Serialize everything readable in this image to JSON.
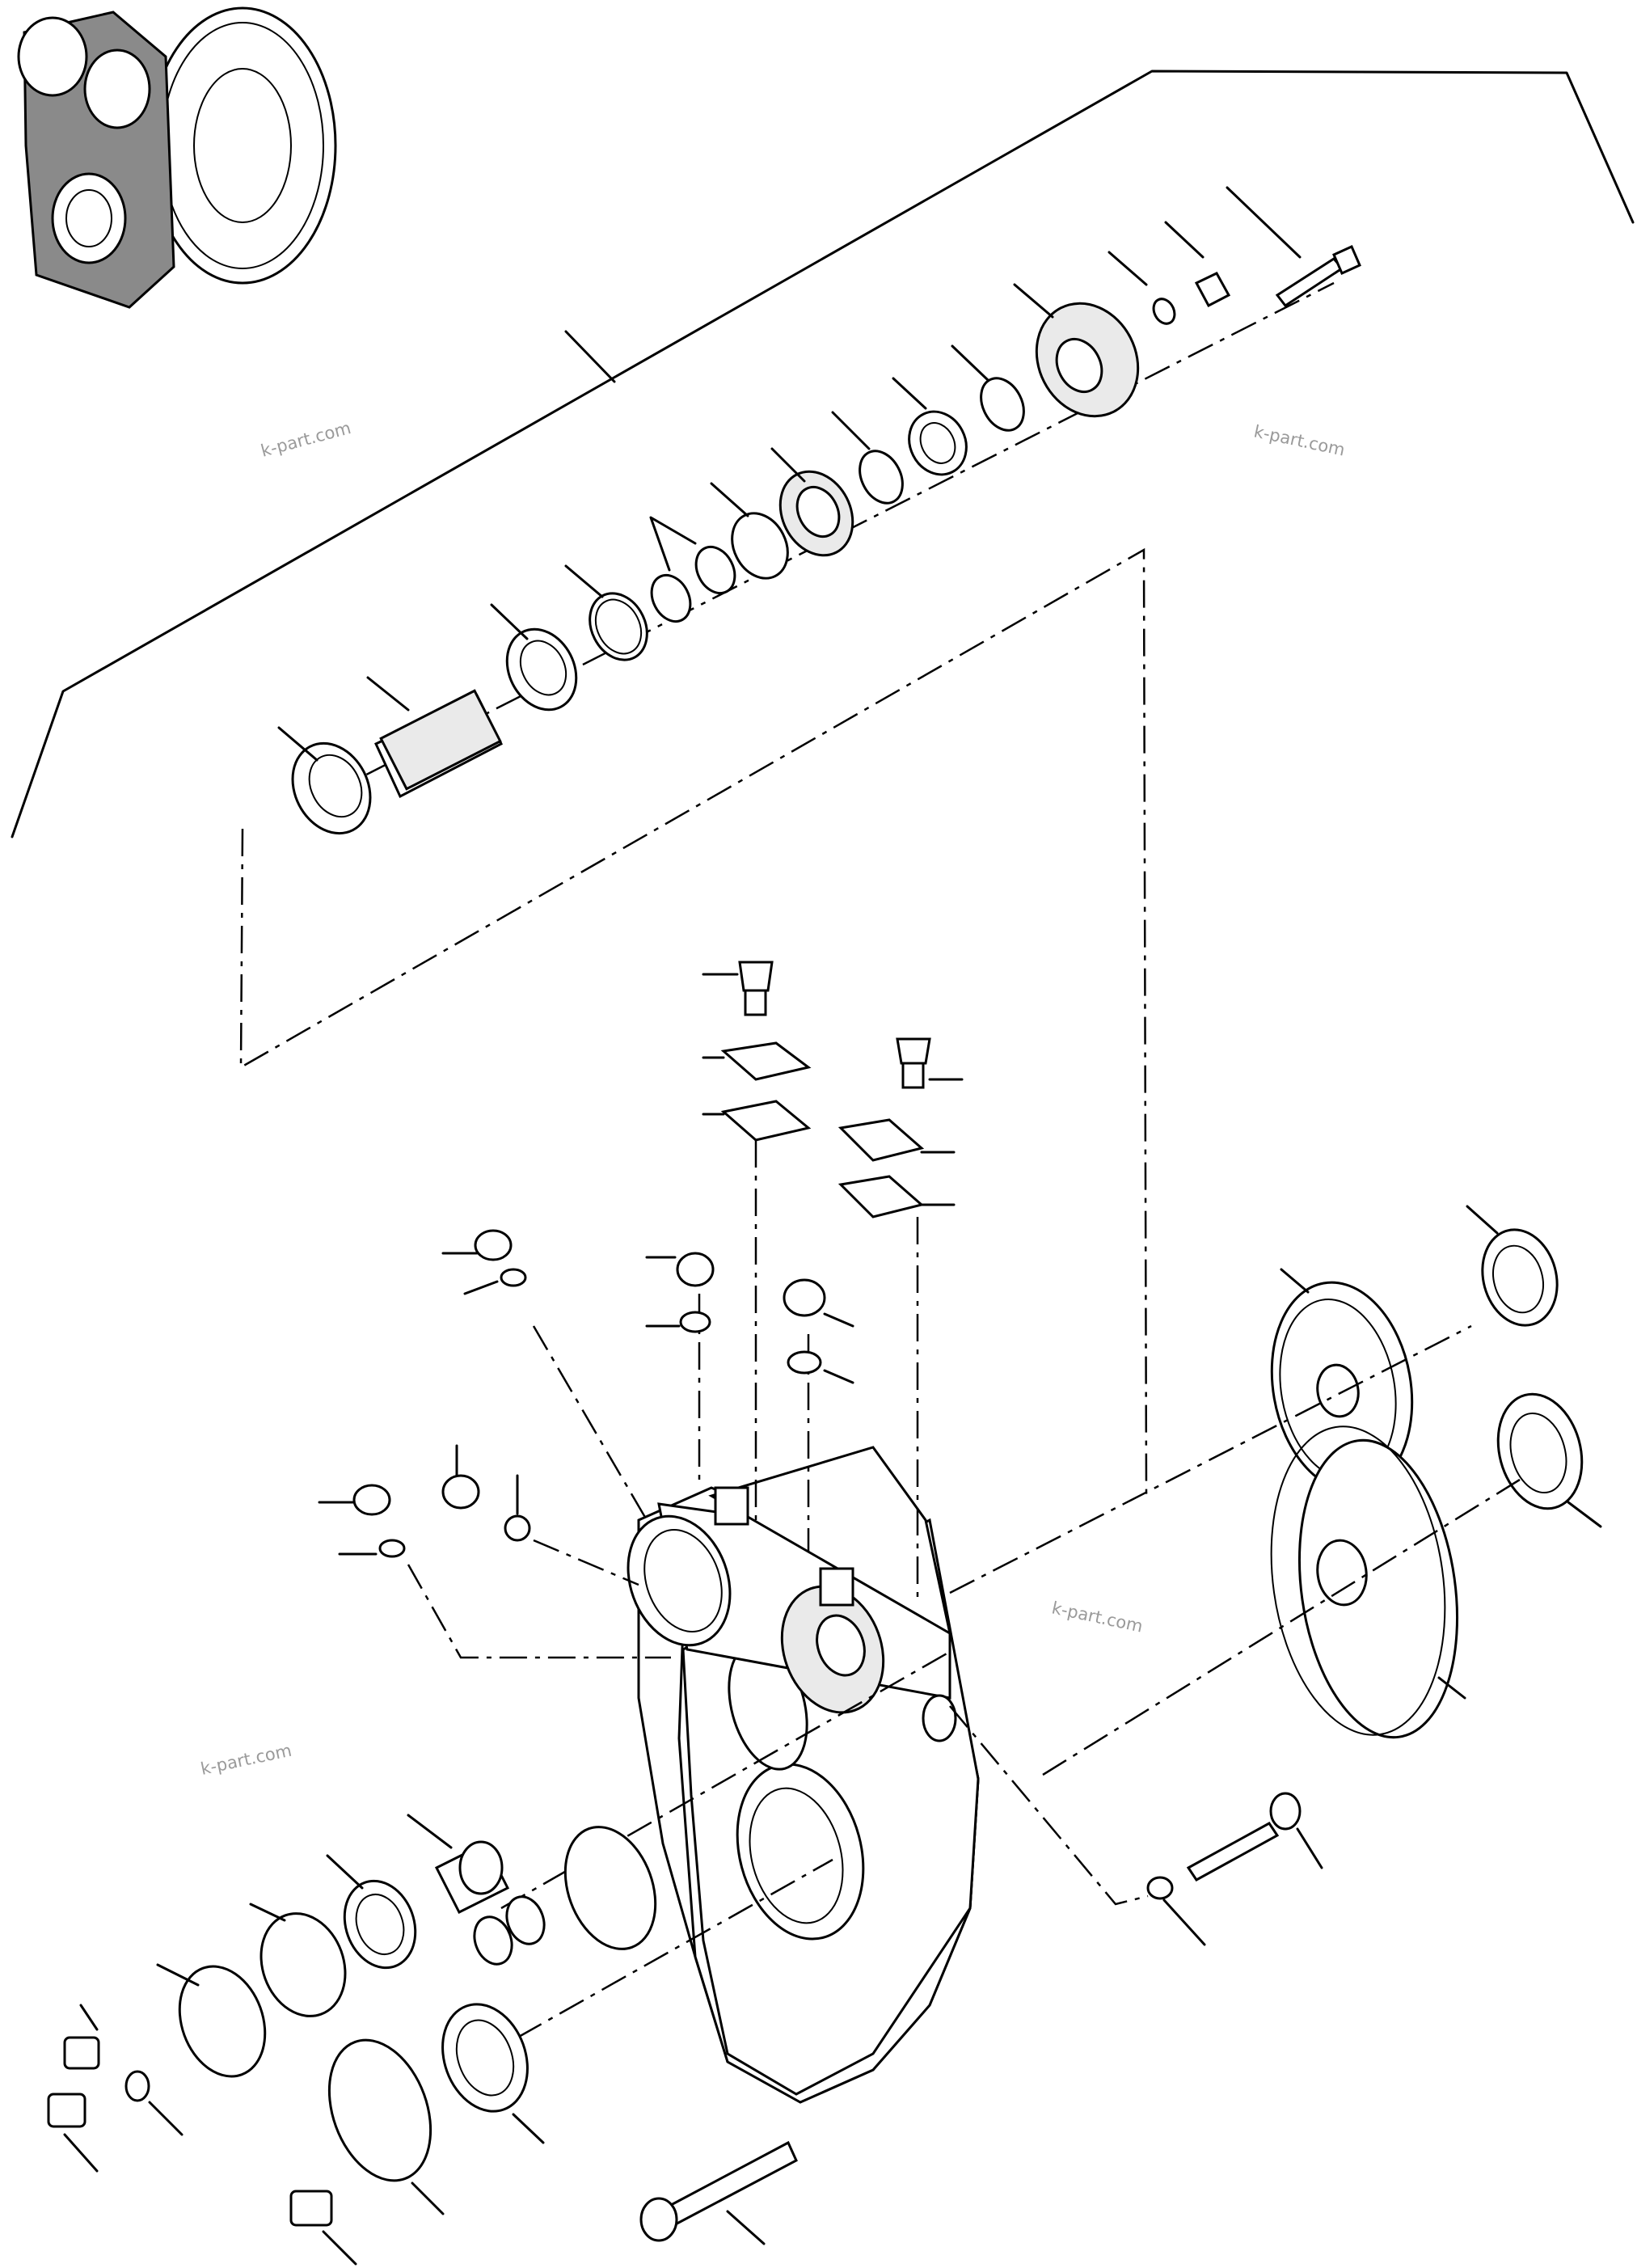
{
  "watermarks": [
    "k-part.com",
    "k-part.com",
    "k-part.com",
    "k-part.com"
  ]
}
